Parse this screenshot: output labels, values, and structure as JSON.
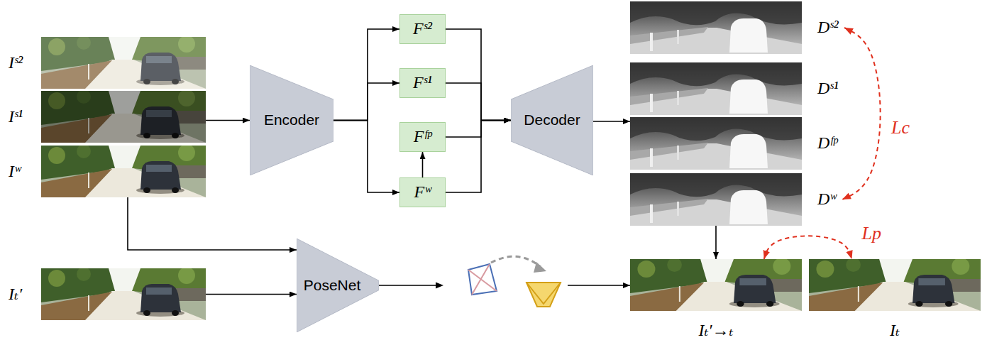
{
  "diagram": {
    "nodes": [
      {
        "text": [
          "Iˢ²"
        ]
      },
      {
        "text": [
          "Iˢ¹"
        ]
      },
      {
        "text": [
          "Iʷ"
        ]
      },
      {
        "text": [
          "Encoder"
        ]
      },
      {
        "text": [
          "Fˢ²"
        ]
      },
      {
        "text": [
          "Fˢ¹"
        ]
      },
      {
        "text": [
          "Fᶠᵖ"
        ]
      },
      {
        "text": [
          "Fʷ"
        ]
      },
      {
        "text": [
          "Decoder"
        ]
      },
      {
        "text": [
          "Dˢ²"
        ]
      },
      {
        "text": [
          "Dˢ¹"
        ]
      },
      {
        "text": [
          "Dᶠᵖ"
        ]
      },
      {
        "text": [
          "Dʷ"
        ]
      },
      {
        "text": [
          "Iₜ′"
        ]
      },
      {
        "text": [
          "PoseNet"
        ]
      },
      {
        "text": [
          "Iₜ′→ₜ"
        ]
      },
      {
        "text": [
          "Iₜ"
        ]
      }
    ],
    "edges": [
      {
        "from": 1,
        "to": 3,
        "arrow": "to"
      },
      {
        "from": 3,
        "to": 4,
        "arrow": "to"
      },
      {
        "from": 3,
        "to": 5,
        "arrow": "to"
      },
      {
        "from": 3,
        "to": 7,
        "arrow": "to"
      },
      {
        "from": 7,
        "to": 6,
        "arrow": "to"
      },
      {
        "from": 4,
        "to": 8,
        "arrow": "to"
      },
      {
        "from": 5,
        "to": 8,
        "arrow": "to"
      },
      {
        "from": 6,
        "to": 8,
        "arrow": "to"
      },
      {
        "from": 7,
        "to": 8,
        "arrow": "to"
      },
      {
        "from": 8,
        "to": 11,
        "arrow": "to"
      },
      {
        "from": 9,
        "to": 12,
        "arrow": "both",
        "label": "Lc"
      },
      {
        "from": 2,
        "to": 14,
        "arrow": "to"
      },
      {
        "from": 13,
        "to": 14,
        "arrow": "to"
      },
      {
        "from": 14,
        "to": 15,
        "arrow": "to"
      },
      {
        "from": 12,
        "to": 15,
        "arrow": "to"
      },
      {
        "from": 15,
        "to": 16,
        "arrow": "both",
        "label": "Lp"
      }
    ]
  }
}
